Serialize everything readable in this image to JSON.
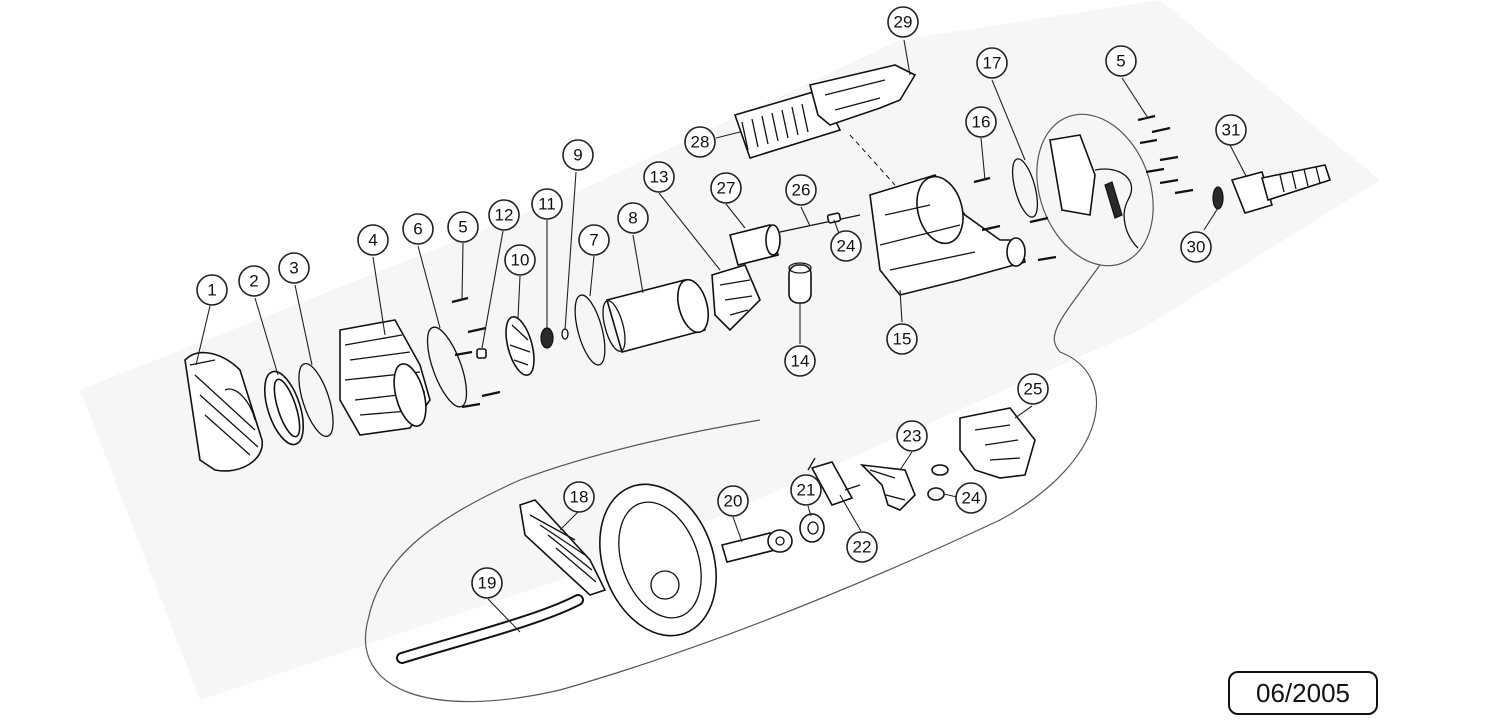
{
  "date_stamp": "06/2005",
  "callouts": [
    {
      "id": "c1",
      "label": "1"
    },
    {
      "id": "c2",
      "label": "2"
    },
    {
      "id": "c3",
      "label": "3"
    },
    {
      "id": "c4",
      "label": "4"
    },
    {
      "id": "c5a",
      "label": "5"
    },
    {
      "id": "c5b",
      "label": "5"
    },
    {
      "id": "c6",
      "label": "6"
    },
    {
      "id": "c7",
      "label": "7"
    },
    {
      "id": "c8",
      "label": "8"
    },
    {
      "id": "c9",
      "label": "9"
    },
    {
      "id": "c10",
      "label": "10"
    },
    {
      "id": "c11",
      "label": "11"
    },
    {
      "id": "c12",
      "label": "12"
    },
    {
      "id": "c13",
      "label": "13"
    },
    {
      "id": "c14",
      "label": "14"
    },
    {
      "id": "c15",
      "label": "15"
    },
    {
      "id": "c16",
      "label": "16"
    },
    {
      "id": "c17",
      "label": "17"
    },
    {
      "id": "c18",
      "label": "18"
    },
    {
      "id": "c19",
      "label": "19"
    },
    {
      "id": "c20",
      "label": "20"
    },
    {
      "id": "c21",
      "label": "21"
    },
    {
      "id": "c22",
      "label": "22"
    },
    {
      "id": "c23",
      "label": "23"
    },
    {
      "id": "c24a",
      "label": "24"
    },
    {
      "id": "c24b",
      "label": "24"
    },
    {
      "id": "c25",
      "label": "25"
    },
    {
      "id": "c26",
      "label": "26"
    },
    {
      "id": "c27",
      "label": "27"
    },
    {
      "id": "c28",
      "label": "28"
    },
    {
      "id": "c29",
      "label": "29"
    },
    {
      "id": "c30",
      "label": "30"
    },
    {
      "id": "c31",
      "label": "31"
    }
  ]
}
